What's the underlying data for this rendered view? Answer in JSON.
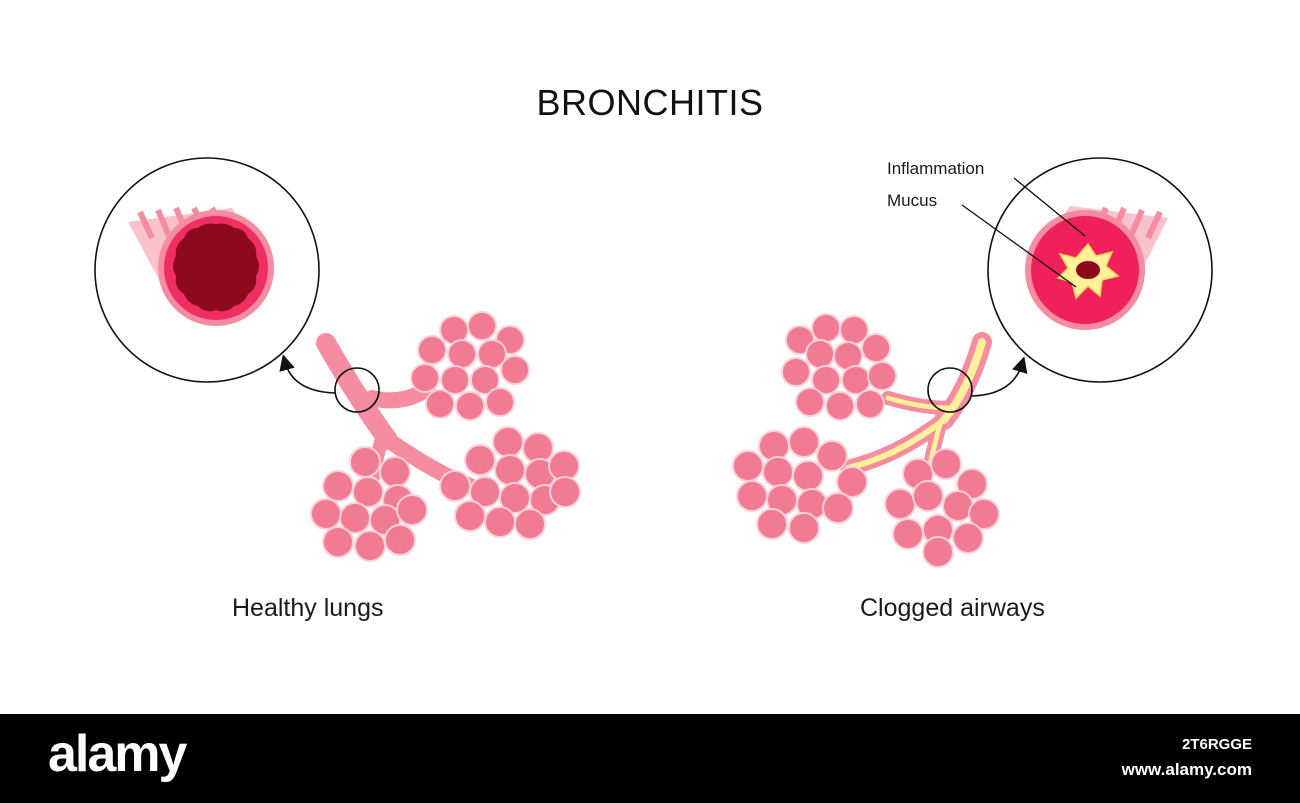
{
  "title": "BRONCHITIS",
  "panels": {
    "left": {
      "caption": "Healthy lungs"
    },
    "right": {
      "caption": "Clogged airways"
    }
  },
  "labels": {
    "inflammation": "Inflammation",
    "mucus": "Mucus"
  },
  "footer": {
    "logo": "alamy",
    "image_id": "2T6RGGE",
    "site": "www.alamy.com"
  },
  "colors": {
    "alveoli": "#f07b93",
    "alveoli_outline": "#fbd0d8",
    "bronchus": "#f58ca0",
    "bronchus_light": "#fac2cd",
    "lumen_healthy": "#8c0a1c",
    "inflamed_wall": "#f0205a",
    "mucus": "#fff19a",
    "footer_bg": "#000000"
  }
}
